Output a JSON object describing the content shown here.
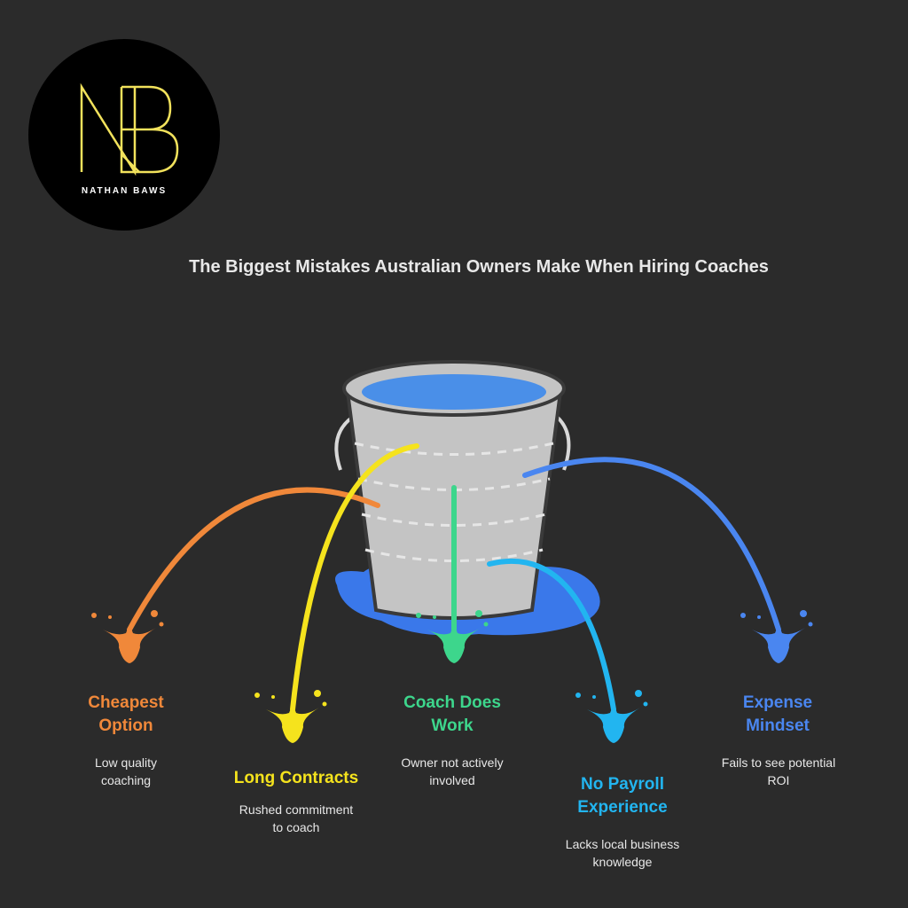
{
  "logo": {
    "name": "NATHAN BAWS",
    "monogram": "NB",
    "accent": "#f2e25c"
  },
  "title": "The Biggest Mistakes Australian Owners Make When Hiring Coaches",
  "bucket": {
    "body_color": "#c4c4c4",
    "water_color": "#4a8fe8",
    "puddle_color": "#3a78ea"
  },
  "mistakes": [
    {
      "label_line1": "Cheapest",
      "label_line2": "Option",
      "desc_line1": "Low quality",
      "desc_line2": "coaching",
      "color": "#f0883a"
    },
    {
      "label_line1": "Long Contracts",
      "label_line2": "",
      "desc_line1": "Rushed commitment",
      "desc_line2": "to coach",
      "color": "#f5e31d"
    },
    {
      "label_line1": "Coach Does",
      "label_line2": "Work",
      "desc_line1": "Owner not actively",
      "desc_line2": "involved",
      "color": "#3dd68c"
    },
    {
      "label_line1": "No Payroll",
      "label_line2": "Experience",
      "desc_line1": "Lacks local business",
      "desc_line2": "knowledge",
      "color": "#22b5f0"
    },
    {
      "label_line1": "Expense",
      "label_line2": "Mindset",
      "desc_line1": "Fails to see potential",
      "desc_line2": "ROI",
      "color": "#4a86f0"
    }
  ]
}
